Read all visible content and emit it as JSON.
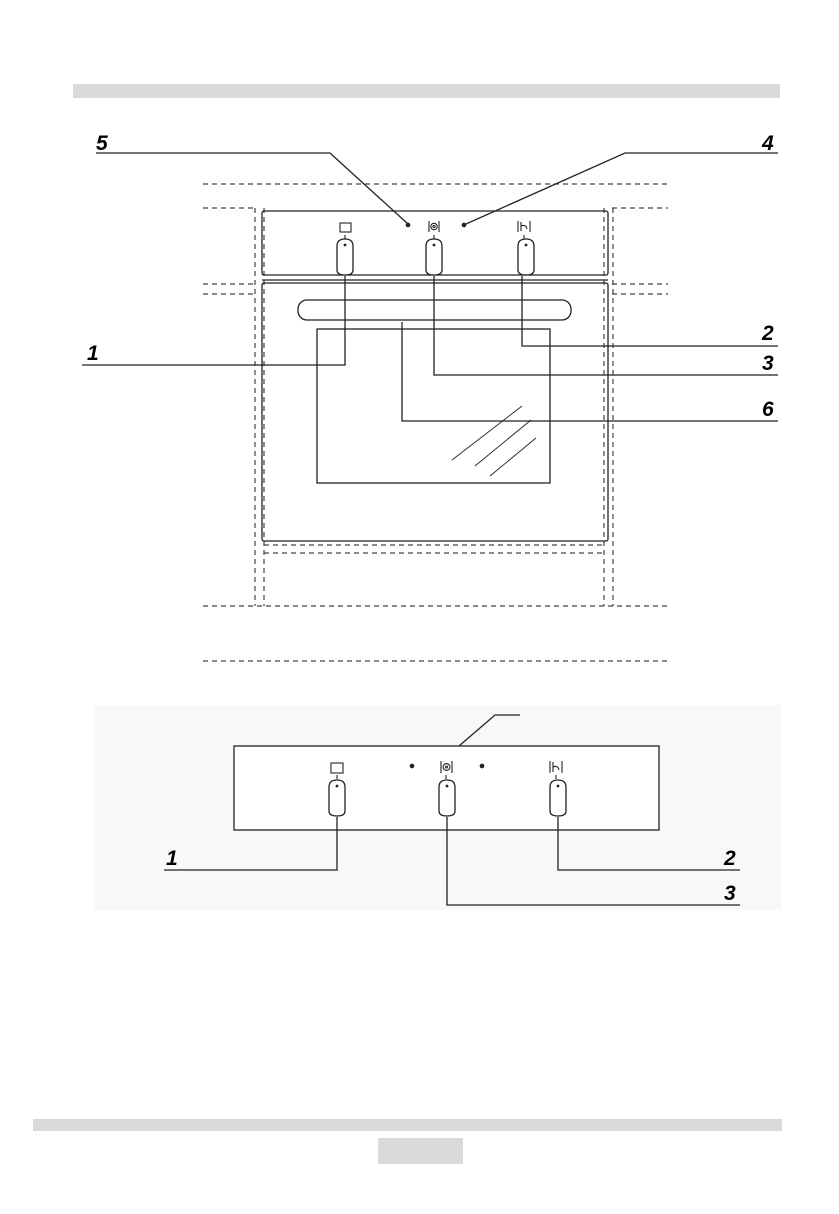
{
  "oven_view": {
    "callouts": [
      "5",
      "4",
      "1",
      "2",
      "3",
      "6"
    ]
  },
  "panel_view": {
    "callouts": [
      "1",
      "2",
      "3"
    ]
  },
  "footer": {
    "page_number": ""
  }
}
